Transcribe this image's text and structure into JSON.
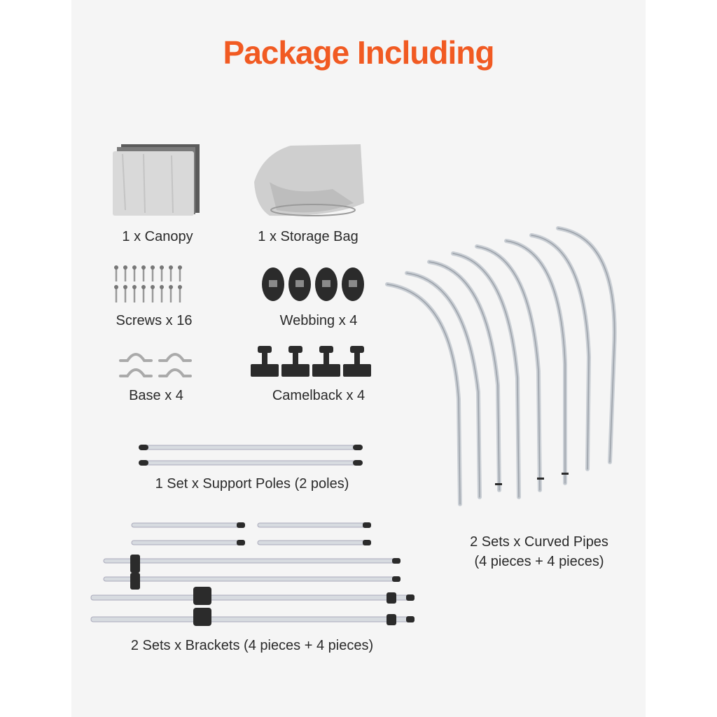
{
  "title": "Package Including",
  "items": {
    "canopy": "1 x Canopy",
    "storage_bag": "1 x Storage Bag",
    "screws": "Screws x 16",
    "webbing": "Webbing x 4",
    "base": "Base x 4",
    "camelback": "Camelback x 4",
    "support_poles": "1 Set x Support Poles (2 poles)",
    "brackets": "2 Sets x Brackets (4 pieces + 4 pieces)",
    "curved_pipes_line1": "2 Sets x Curved Pipes",
    "curved_pipes_line2": "(4 pieces + 4 pieces)"
  },
  "colors": {
    "title": "#f15a22",
    "background": "#f5f5f5",
    "fabric": "#d9d9d9",
    "metal": "#d7dbe0",
    "dark_part": "#2b2b2b"
  }
}
